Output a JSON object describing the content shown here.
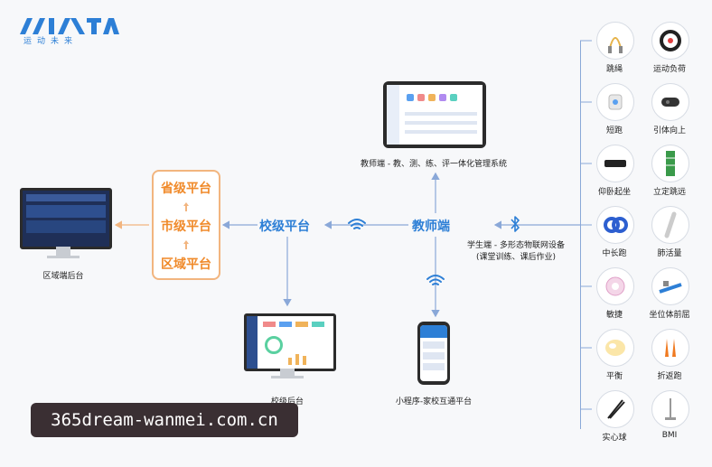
{
  "logo": {
    "sub": "运动未来"
  },
  "platforms": {
    "province": "省级平台",
    "city": "市级平台",
    "district": "区域平台"
  },
  "school_platform": "校级平台",
  "teacher": "教师端",
  "teacher_system_caption": "教师端 - 教、测、练、评一体化管理系统",
  "student_caption_1": "学生端 - 多形态物联网设备",
  "student_caption_2": "(课堂训练、课后作业)",
  "district_backend_caption": "区域端后台",
  "school_backend_caption": "校级后台",
  "miniapp_caption": "小程序-家校互通平台",
  "devices": [
    {
      "label": "跳绳",
      "icon": "jump-rope-icon"
    },
    {
      "label": "运动负荷",
      "icon": "heart-band-icon"
    },
    {
      "label": "短跑",
      "icon": "sprint-sensor-icon"
    },
    {
      "label": "引体向上",
      "icon": "pullup-sensor-icon"
    },
    {
      "label": "仰卧起坐",
      "icon": "situp-device-icon"
    },
    {
      "label": "立定跳远",
      "icon": "long-jump-mat-icon"
    },
    {
      "label": "中长跑",
      "icon": "running-band-icon"
    },
    {
      "label": "肺活量",
      "icon": "spirometer-icon"
    },
    {
      "label": "敏捷",
      "icon": "agility-pad-icon"
    },
    {
      "label": "坐位体前屈",
      "icon": "sit-reach-icon"
    },
    {
      "label": "平衡",
      "icon": "balance-pad-icon"
    },
    {
      "label": "折返跑",
      "icon": "cone-icon"
    },
    {
      "label": "实心球",
      "icon": "medicine-ball-icon"
    },
    {
      "label": "BMI",
      "icon": "bmi-scale-icon"
    }
  ],
  "watermark": "365dream-wanmei.com.cn",
  "colors": {
    "blue": "#2d7fd6",
    "orange": "#f08a2a",
    "line_blue": "#8aa8d8"
  }
}
